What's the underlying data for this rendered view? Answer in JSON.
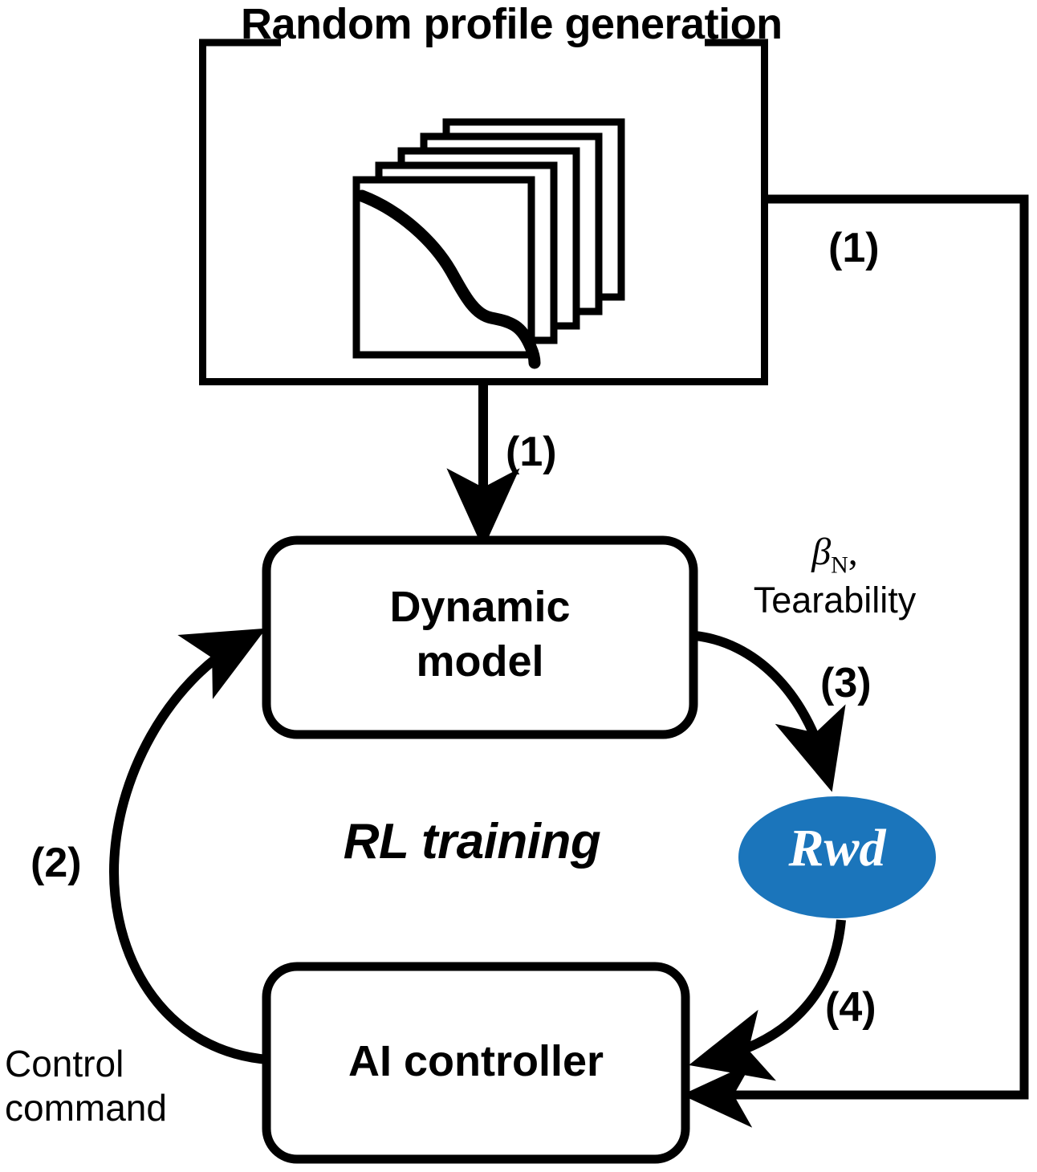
{
  "diagram": {
    "title": "Random profile generation",
    "accent_color": "#1b75bb",
    "line_color": "#000000",
    "background": "#ffffff",
    "outer_block": {
      "label": "Random profile generation",
      "icon": "profile-stack-icon",
      "stack_count": 5,
      "curve_description": "descending S-shaped profile curve"
    },
    "nodes": [
      {
        "id": "dynamic-model",
        "label": "Dynamic\nmodel",
        "shape": "rounded-rect"
      },
      {
        "id": "ai-controller",
        "label": "AI controller",
        "shape": "rounded-rect"
      },
      {
        "id": "reward",
        "label": "Rwd",
        "shape": "ellipse",
        "fill": "#1b75bb",
        "text_color": "#ffffff"
      }
    ],
    "section_label": "RL training",
    "edge_labels": {
      "step1_down": "(1)",
      "step1_right": "(1)",
      "step2": "(2)",
      "step3": "(3)",
      "step4": "(4)",
      "outputs_line1": "β",
      "outputs_sub": "N",
      "outputs_comma": ",",
      "outputs_line2": "Tearability",
      "control_command": "Control\ncommand"
    }
  }
}
